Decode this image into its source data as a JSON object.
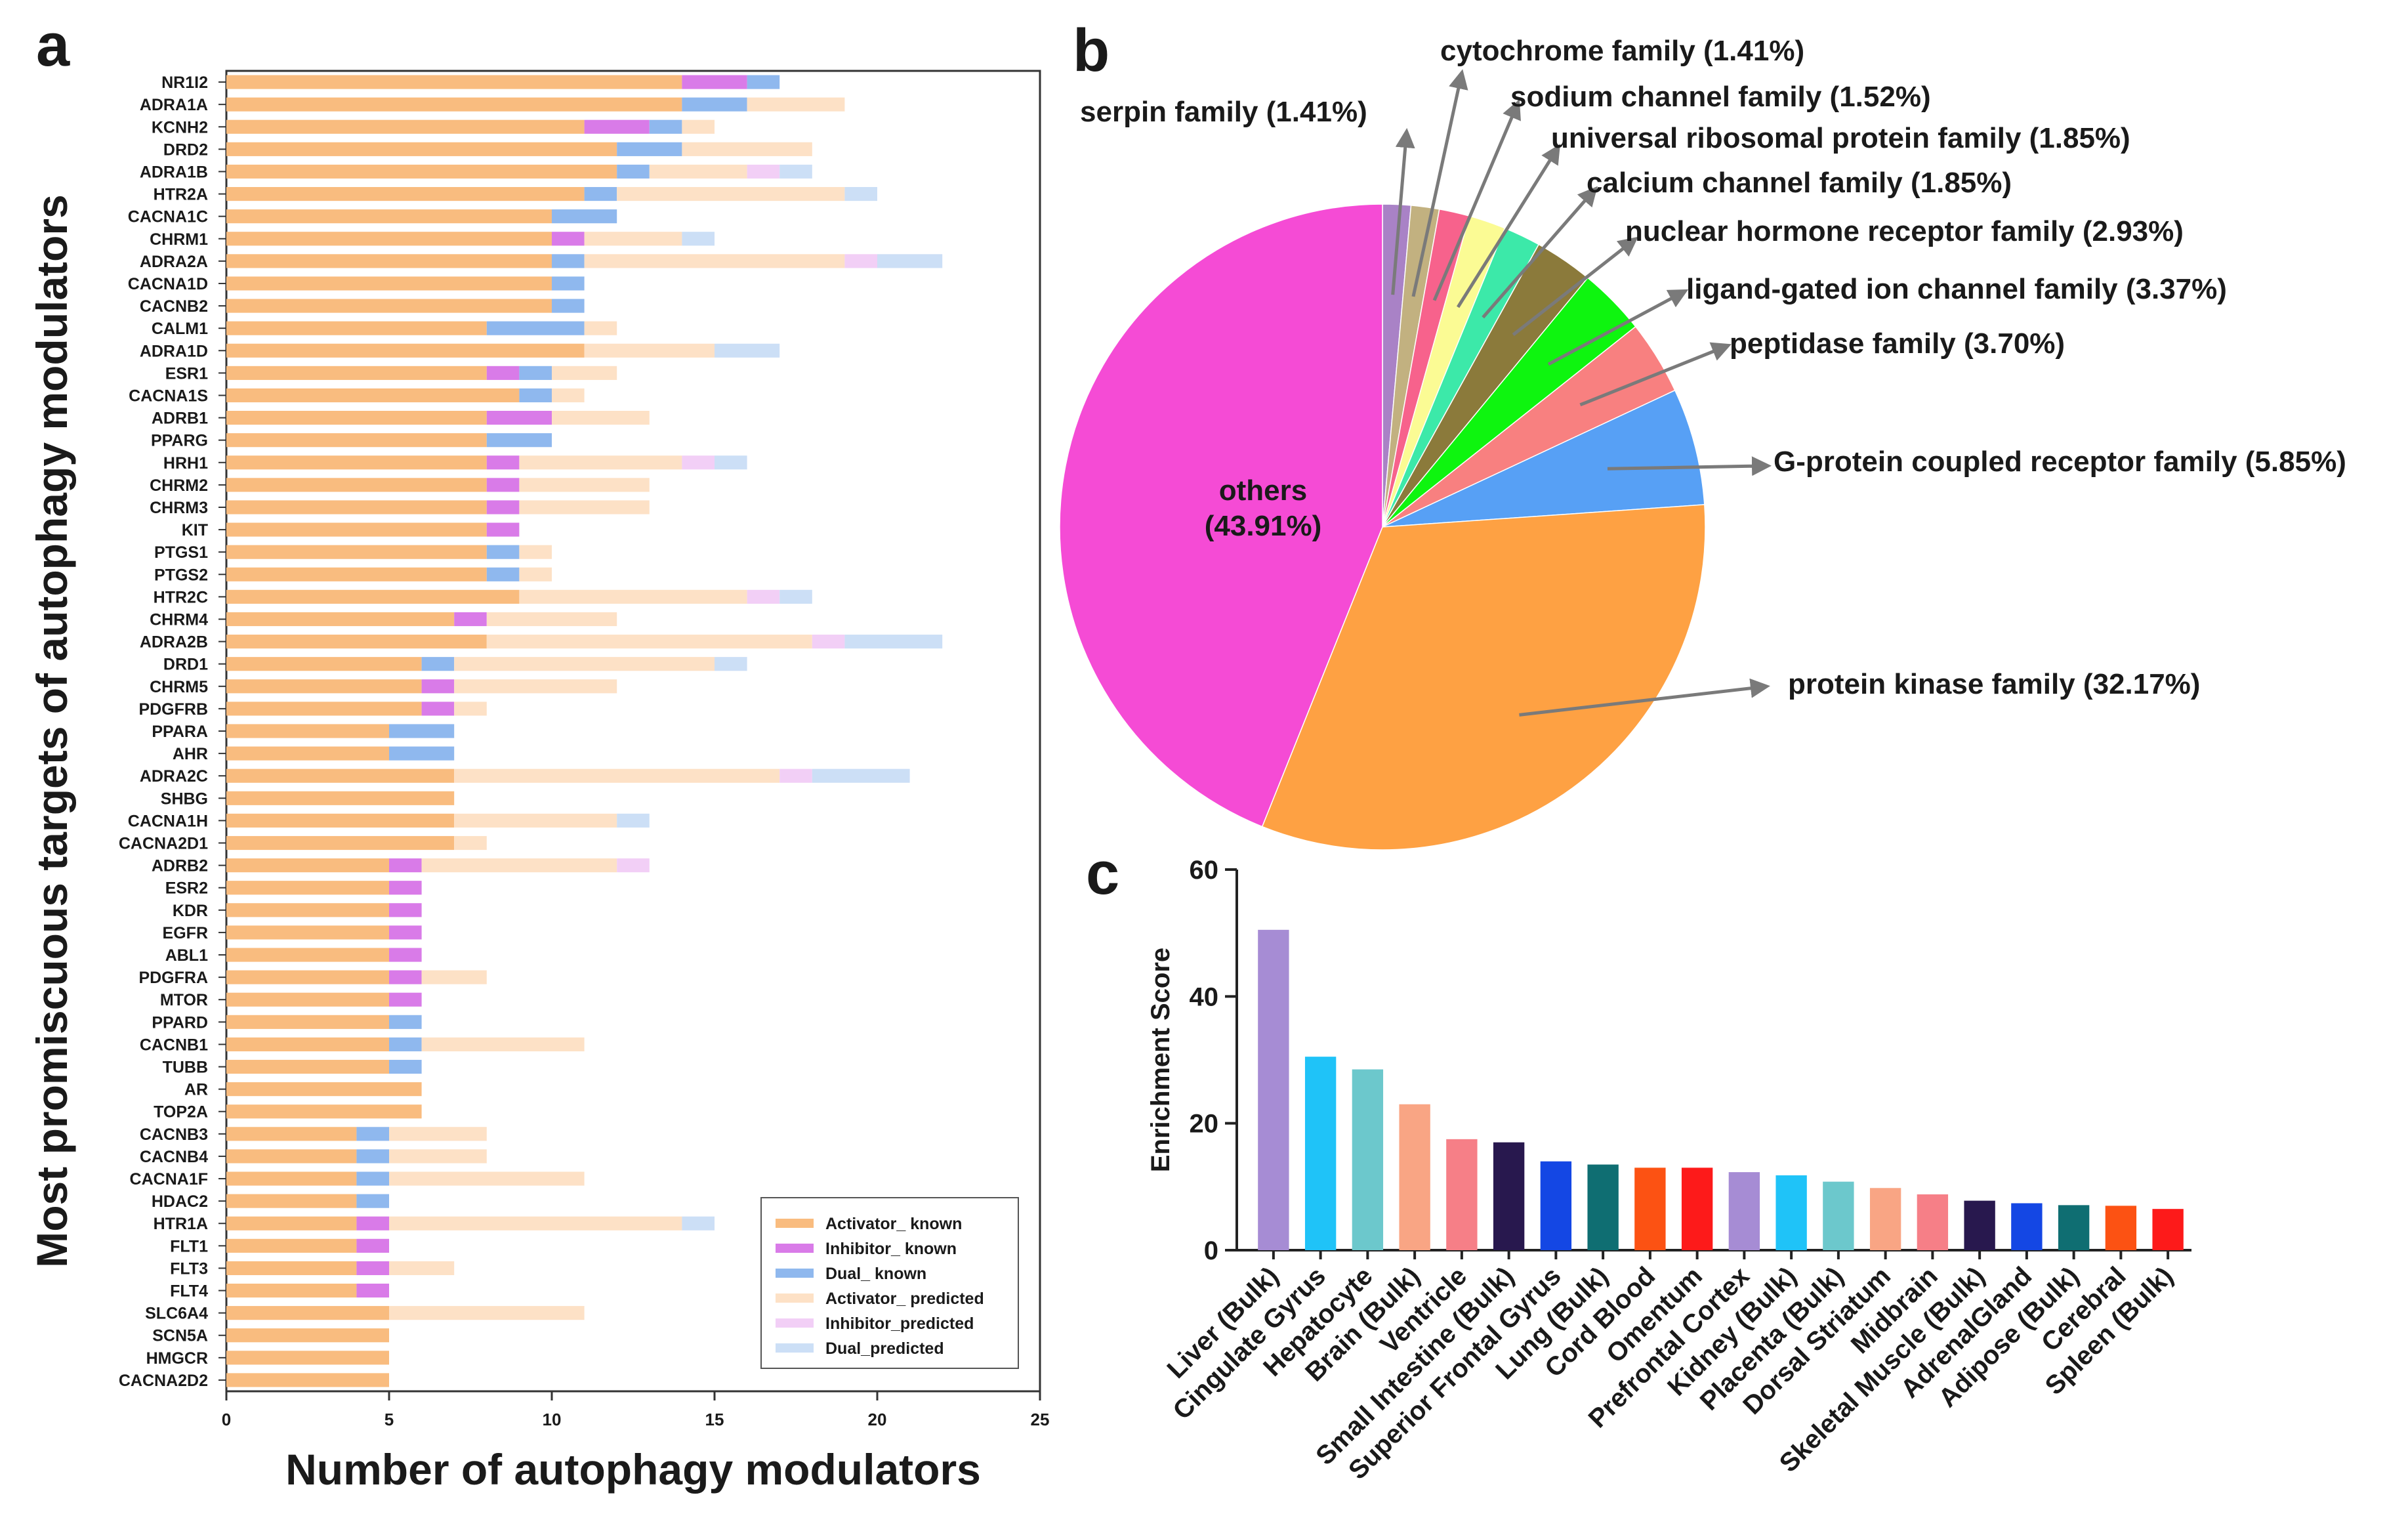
{
  "panels": {
    "a": "a",
    "b": "b",
    "c": "c"
  },
  "chart_data": [
    {
      "type": "bar",
      "orientation": "horizontal",
      "stacked": true,
      "xlabel": "Number of autophagy modulators",
      "ylabel": "Most promiscuous targets of autophagy modulators",
      "xlim": [
        0,
        25
      ],
      "xticks": [
        0,
        5,
        10,
        15,
        20,
        25
      ],
      "legend_position": "bottom-right",
      "categories": [
        "NR1I2",
        "ADRA1A",
        "KCNH2",
        "DRD2",
        "ADRA1B",
        "HTR2A",
        "CACNA1C",
        "CHRM1",
        "ADRA2A",
        "CACNA1D",
        "CACNB2",
        "CALM1",
        "ADRA1D",
        "ESR1",
        "CACNA1S",
        "ADRB1",
        "PPARG",
        "HRH1",
        "CHRM2",
        "CHRM3",
        "KIT",
        "PTGS1",
        "PTGS2",
        "HTR2C",
        "CHRM4",
        "ADRA2B",
        "DRD1",
        "CHRM5",
        "PDGFRB",
        "PPARA",
        "AHR",
        "ADRA2C",
        "SHBG",
        "CACNA1H",
        "CACNA2D1",
        "ADRB2",
        "ESR2",
        "KDR",
        "EGFR",
        "ABL1",
        "PDGFRA",
        "MTOR",
        "PPARD",
        "CACNB1",
        "TUBB",
        "AR",
        "TOP2A",
        "CACNB3",
        "CACNB4",
        "CACNA1F",
        "HDAC2",
        "HTR1A",
        "FLT1",
        "FLT3",
        "FLT4",
        "SLC6A4",
        "SCN5A",
        "HMGCR",
        "CACNA2D2"
      ],
      "series": [
        {
          "name": "Activator_ known",
          "color": "#f9bc7f",
          "values": [
            14,
            14,
            11,
            12,
            12,
            11,
            10,
            10,
            10,
            10,
            10,
            8,
            11,
            8,
            9,
            8,
            8,
            8,
            8,
            8,
            8,
            8,
            8,
            9,
            7,
            8,
            6,
            6,
            6,
            5,
            5,
            7,
            7,
            7,
            7,
            5,
            5,
            5,
            5,
            5,
            5,
            5,
            5,
            5,
            5,
            6,
            6,
            4,
            4,
            4,
            4,
            4,
            4,
            4,
            4,
            5,
            5,
            5,
            5
          ]
        },
        {
          "name": "Inhibitor_ known",
          "color": "#d97be8",
          "values": [
            2,
            0,
            2,
            0,
            0,
            0,
            0,
            1,
            0,
            0,
            0,
            0,
            0,
            1,
            0,
            2,
            0,
            1,
            1,
            1,
            1,
            0,
            0,
            0,
            1,
            0,
            0,
            1,
            1,
            0,
            0,
            0,
            0,
            0,
            0,
            1,
            1,
            1,
            1,
            1,
            1,
            1,
            0,
            0,
            0,
            0,
            0,
            0,
            0,
            0,
            0,
            1,
            1,
            1,
            1,
            0,
            0,
            0,
            0
          ]
        },
        {
          "name": "Dual_ known",
          "color": "#8fb8ee",
          "values": [
            1,
            2,
            1,
            2,
            1,
            1,
            2,
            0,
            1,
            1,
            1,
            3,
            0,
            1,
            1,
            0,
            2,
            0,
            0,
            0,
            0,
            1,
            1,
            0,
            0,
            0,
            1,
            0,
            0,
            2,
            2,
            0,
            0,
            0,
            0,
            0,
            0,
            0,
            0,
            0,
            0,
            0,
            1,
            1,
            1,
            0,
            0,
            1,
            1,
            1,
            1,
            0,
            0,
            0,
            0,
            0,
            0,
            0,
            0
          ]
        },
        {
          "name": "Activator_ predicted",
          "color": "#fde1c6",
          "values": [
            0,
            3,
            1,
            4,
            3,
            7,
            0,
            3,
            8,
            0,
            0,
            1,
            4,
            2,
            1,
            3,
            0,
            5,
            4,
            4,
            0,
            1,
            1,
            7,
            4,
            10,
            8,
            5,
            1,
            0,
            0,
            10,
            0,
            5,
            1,
            6,
            0,
            0,
            0,
            0,
            2,
            0,
            0,
            5,
            0,
            0,
            0,
            3,
            3,
            6,
            0,
            9,
            0,
            2,
            0,
            6,
            0,
            0,
            0
          ]
        },
        {
          "name": "Inhibitor_predicted",
          "color": "#f2cff6",
          "values": [
            0,
            0,
            0,
            0,
            1,
            0,
            0,
            0,
            1,
            0,
            0,
            0,
            0,
            0,
            0,
            0,
            0,
            1,
            0,
            0,
            0,
            0,
            0,
            1,
            0,
            1,
            0,
            0,
            0,
            0,
            0,
            1,
            0,
            0,
            0,
            1,
            0,
            0,
            0,
            0,
            0,
            0,
            0,
            0,
            0,
            0,
            0,
            0,
            0,
            0,
            0,
            0,
            0,
            0,
            0,
            0,
            0,
            0,
            0
          ]
        },
        {
          "name": "Dual_predicted",
          "color": "#ccdff6",
          "values": [
            0,
            0,
            0,
            0,
            1,
            1,
            0,
            1,
            2,
            0,
            0,
            0,
            2,
            0,
            0,
            0,
            0,
            1,
            0,
            0,
            0,
            0,
            0,
            1,
            0,
            3,
            1,
            0,
            0,
            0,
            0,
            3,
            0,
            1,
            0,
            0,
            0,
            0,
            0,
            0,
            0,
            0,
            0,
            0,
            0,
            0,
            0,
            0,
            0,
            0,
            0,
            1,
            0,
            0,
            0,
            0,
            0,
            0,
            0
          ]
        }
      ]
    },
    {
      "type": "pie",
      "start_angle_deg": 0,
      "direction": "clockwise",
      "slices": [
        {
          "label": "serpin family (1.41%)",
          "value": 1.41,
          "color": "#a982c6"
        },
        {
          "label": "cytochrome family (1.41%)",
          "value": 1.41,
          "color": "#c2b180"
        },
        {
          "label": "sodium channel family (1.52%)",
          "value": 1.52,
          "color": "#f7628c"
        },
        {
          "label": "universal ribosomal protein family (1.85%)",
          "value": 1.85,
          "color": "#fbfb94"
        },
        {
          "label": "calcium channel family (1.85%)",
          "value": 1.85,
          "color": "#3ce9a9"
        },
        {
          "label": "nuclear hormone receptor family (2.93%)",
          "value": 2.93,
          "color": "#8b7a3b"
        },
        {
          "label": "ligand-gated ion channel family (3.37%)",
          "value": 3.37,
          "color": "#0ef50f"
        },
        {
          "label": "peptidase family (3.70%)",
          "value": 3.7,
          "color": "#f88080"
        },
        {
          "label": "G-protein coupled receptor family (5.85%)",
          "value": 5.85,
          "color": "#57a0f5"
        },
        {
          "label": "protein kinase family (32.17%)",
          "value": 32.17,
          "color": "#fea143"
        },
        {
          "label": "others\n(43.91%)",
          "value": 43.91,
          "color": "#f54bd5"
        }
      ]
    },
    {
      "type": "bar",
      "ylabel": "Enrichment Score",
      "ylim": [
        0,
        60
      ],
      "yticks": [
        0,
        20,
        40,
        60
      ],
      "categories": [
        "Liver (Bulk)",
        "Cingulate Gyrus",
        "Hepatocyte",
        "Brain (Bulk)",
        "Ventricle",
        "Small Intestine (Bulk)",
        "Superior Frontal Gyrus",
        "Lung (Bulk)",
        "Cord Blood",
        "Omentum",
        "Prefrontal Cortex",
        "Kidney (Bulk)",
        "Placenta (Bulk)",
        "Dorsal Striatum",
        "Midbrain",
        "Skeletal Muscle (Bulk)",
        "AdrenalGland",
        "Adipose (Bulk)",
        "Cerebral",
        "Spleen (Bulk)"
      ],
      "values": [
        50.5,
        30.5,
        28.5,
        23,
        17.5,
        17,
        14,
        13.5,
        13,
        13,
        12.3,
        11.8,
        10.8,
        9.8,
        8.8,
        7.8,
        7.4,
        7.1,
        7,
        6.5
      ],
      "colors": [
        "#a68cd4",
        "#1fc3f8",
        "#6cc8cc",
        "#f9a584",
        "#f67f87",
        "#28184e",
        "#1447e4",
        "#0f6e72",
        "#fc5213",
        "#fd1a1a",
        "#a68cd4",
        "#1fc3f8",
        "#6cc8cc",
        "#f9a584",
        "#f67f87",
        "#28184e",
        "#1447e4",
        "#0f6e72",
        "#fc5213",
        "#fd1a1a"
      ]
    }
  ]
}
